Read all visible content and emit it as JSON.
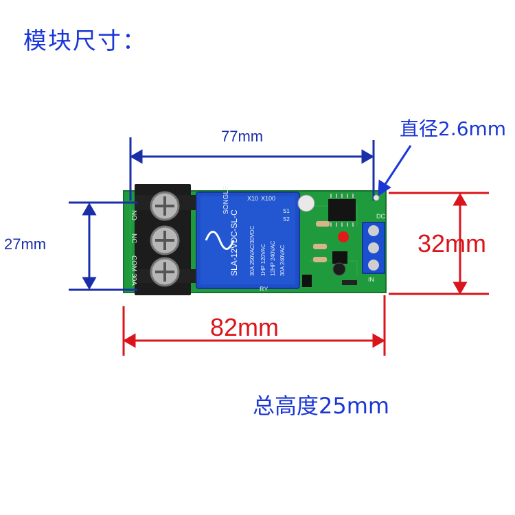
{
  "title": "模块尺寸：",
  "dimensions": {
    "width_top": "77mm",
    "width_bottom": "82mm",
    "height_left": "27mm",
    "height_right": "32mm",
    "hole_diameter": "直径2.6mm",
    "total_height": "总高度25mm"
  },
  "colors": {
    "blue_dim": "#1a2ea8",
    "red_dim": "#d9141a",
    "pcb_green": "#1f9a3c",
    "relay_blue": "#1f4fc8",
    "terminal_black": "#1c1c1c"
  },
  "board": {
    "terminal_labels": [
      "NO",
      "NC",
      "COM 30A"
    ],
    "relay_brand": "SONGLE",
    "relay_model": "SLA-12VDC-SL-C",
    "relay_specs": [
      "30A 250VAC/30VDC",
      "1HP 120VAC",
      "12HP 240VAC",
      "30A 240VAC"
    ],
    "silkscreen": [
      "X10",
      "X100",
      "S1",
      "S2",
      "DC",
      "RY",
      "IN"
    ],
    "components": [
      "IC",
      "potentiometer",
      "red LED",
      "capacitor",
      "transistors",
      "diode",
      "resistors",
      "DC terminal block"
    ]
  }
}
